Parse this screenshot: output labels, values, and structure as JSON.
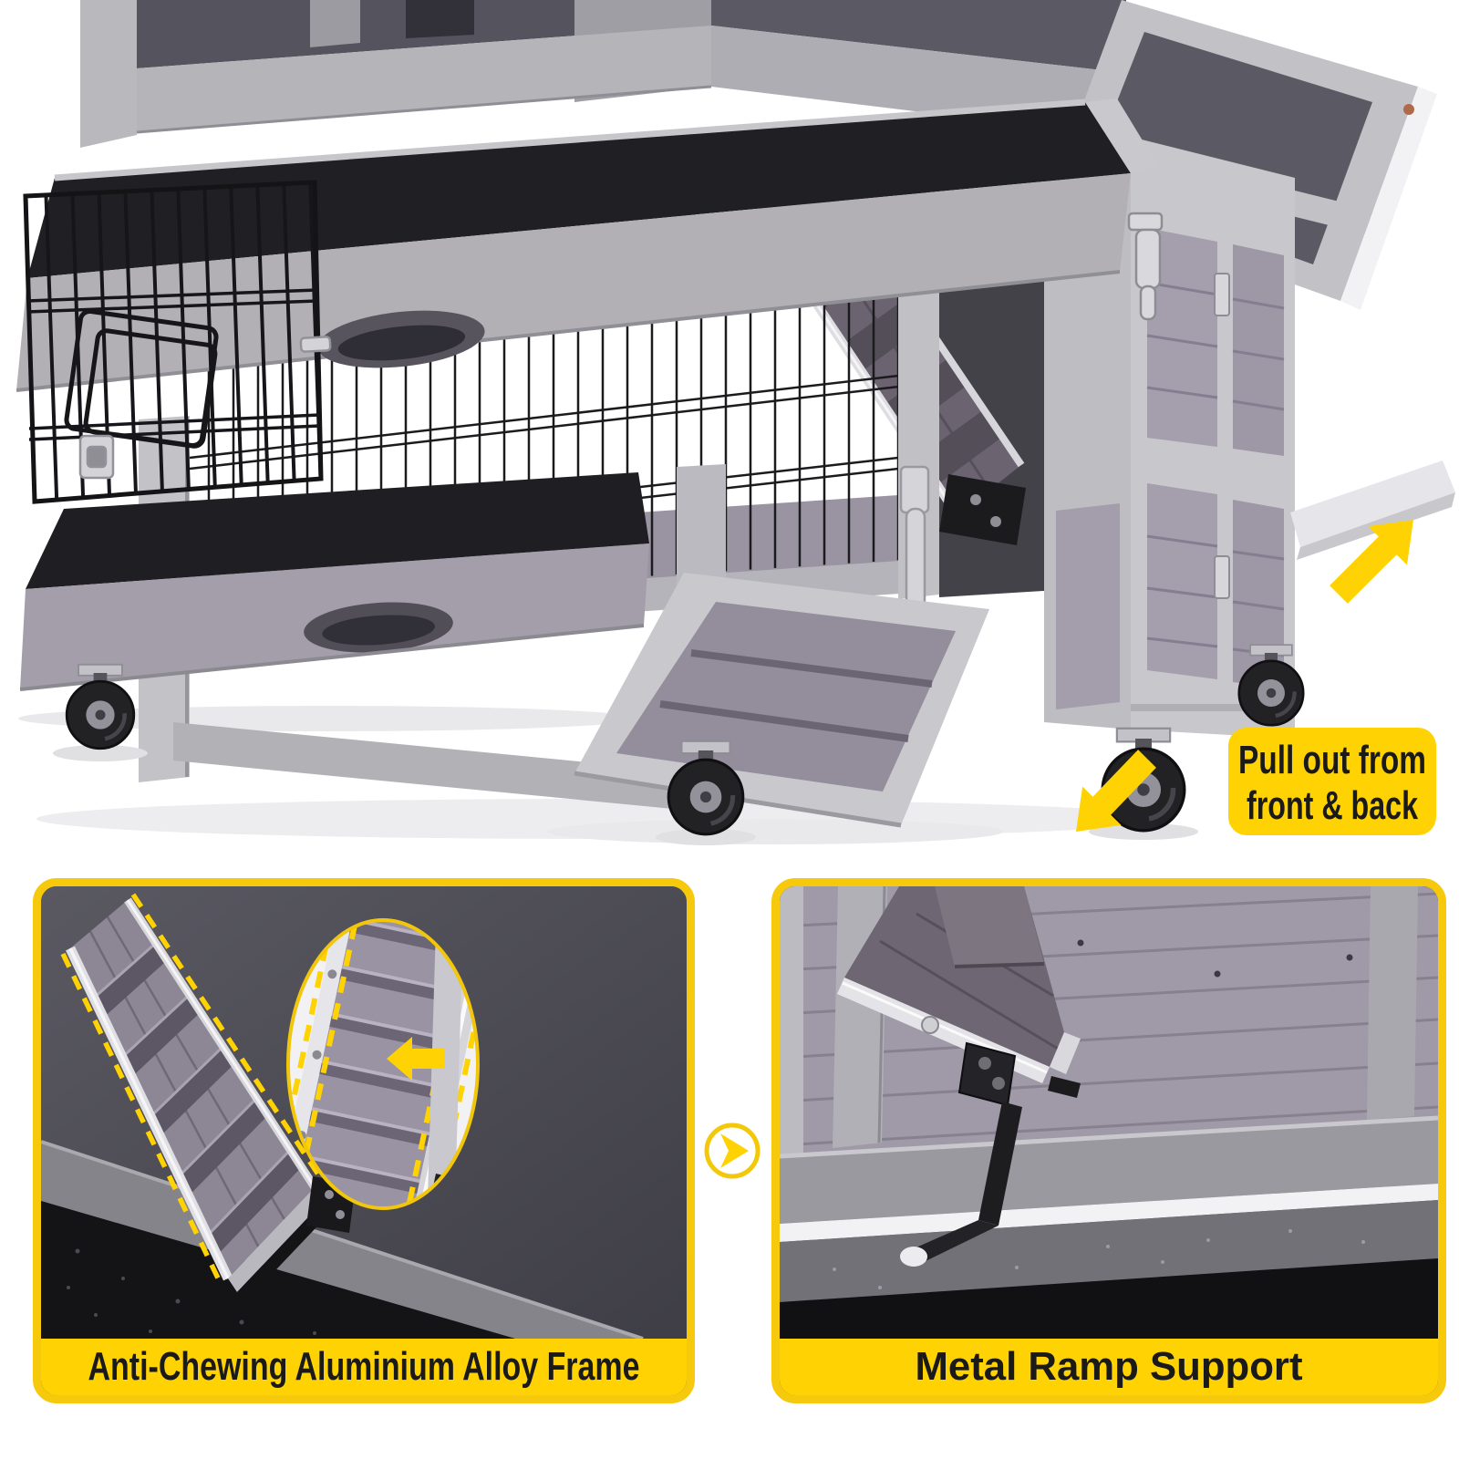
{
  "accent": {
    "yellow": "#FFD203",
    "text_black": "#1a1a1a"
  },
  "top_photo": {
    "callout": {
      "line1": "Pull out from",
      "line2": "front & back"
    },
    "icons": {
      "back_tray": "arrow-up-right-icon",
      "front_tray": "arrow-down-left-icon"
    }
  },
  "panels": {
    "left": {
      "caption": "Anti-Chewing Aluminium Alloy Frame"
    },
    "right": {
      "caption": "Metal Ramp Support"
    },
    "divider_icon": "play-arrow-icon"
  }
}
